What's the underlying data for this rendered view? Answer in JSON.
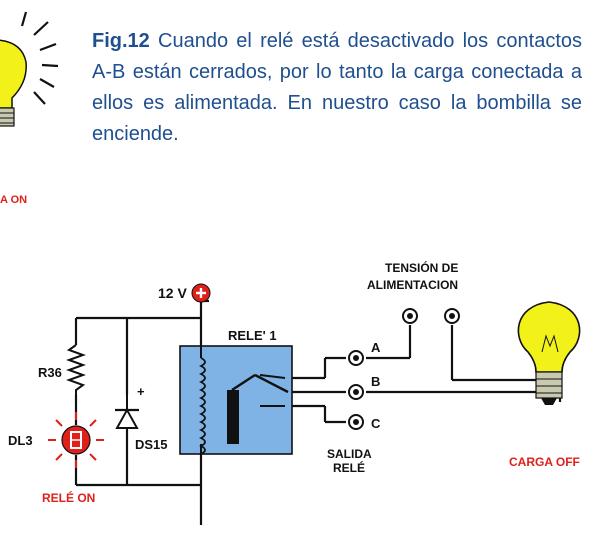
{
  "caption": {
    "figure_label": "Fig.12",
    "text": "Cuando el relé está desactivado los contactos A-B están cerrados, por lo tanto la carga conectada a ellos es alimentada. En nuestro caso la bombilla se enciende."
  },
  "labels": {
    "carga_on_partial": "A ON",
    "supply": "12 V",
    "relay": "RELE' 1",
    "resistor": "R36",
    "led": "DL3",
    "diode": "DS15",
    "rele_on": "RELÉ ON",
    "tension_line1": "TENSIÓN DE",
    "tension_line2": "ALIMENTACION",
    "contact_a": "A",
    "contact_b": "B",
    "contact_c": "C",
    "salida_line1": "SALIDA",
    "salida_line2": "RELÉ",
    "carga_off": "CARGA OFF",
    "diode_plus": "+"
  },
  "colors": {
    "caption_text": "#1f4f8f",
    "red_label": "#e0201b",
    "relay_box": "#7fb3e6",
    "bulb_yellow": "#f2f21a",
    "wire": "#111111"
  }
}
